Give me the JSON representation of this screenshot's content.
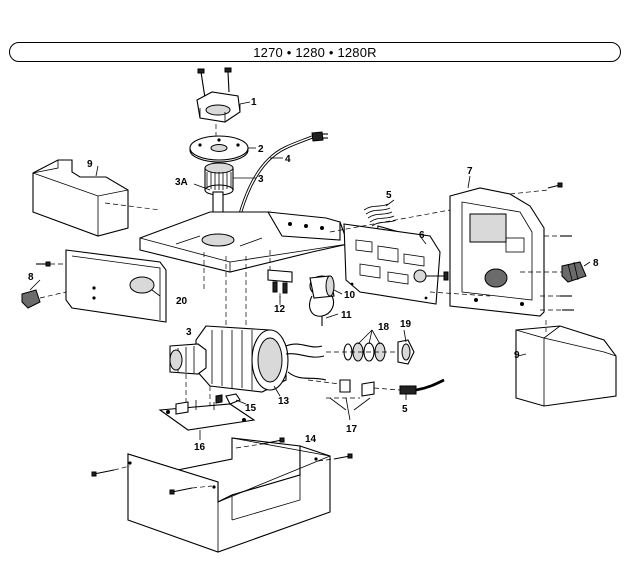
{
  "header": {
    "title": "1270 • 1280 • 1280R"
  },
  "callouts": [
    {
      "id": "1",
      "label": "1"
    },
    {
      "id": "2",
      "label": "2"
    },
    {
      "id": "3",
      "label": "3"
    },
    {
      "id": "3A",
      "label": "3A"
    },
    {
      "id": "3b",
      "label": "3"
    },
    {
      "id": "4",
      "label": "4"
    },
    {
      "id": "5",
      "label": "5"
    },
    {
      "id": "5b",
      "label": "5"
    },
    {
      "id": "6",
      "label": "6"
    },
    {
      "id": "7",
      "label": "7"
    },
    {
      "id": "8",
      "label": "8"
    },
    {
      "id": "8b",
      "label": "8"
    },
    {
      "id": "9",
      "label": "9"
    },
    {
      "id": "9b",
      "label": "9"
    },
    {
      "id": "10",
      "label": "10"
    },
    {
      "id": "11",
      "label": "11"
    },
    {
      "id": "12",
      "label": "12"
    },
    {
      "id": "13",
      "label": "13"
    },
    {
      "id": "14",
      "label": "14"
    },
    {
      "id": "15",
      "label": "15"
    },
    {
      "id": "16",
      "label": "16"
    },
    {
      "id": "17",
      "label": "17"
    },
    {
      "id": "18",
      "label": "18"
    },
    {
      "id": "19",
      "label": "19"
    },
    {
      "id": "20",
      "label": "20"
    }
  ]
}
